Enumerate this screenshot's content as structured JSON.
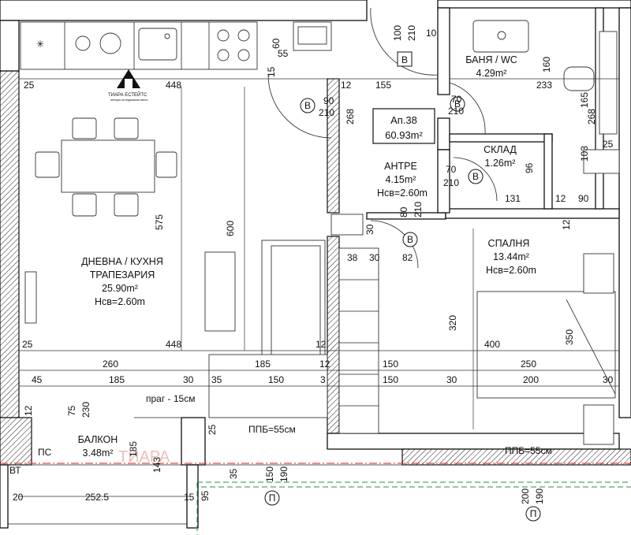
{
  "apartment": {
    "number": "Ап.38",
    "area": "60.93m²"
  },
  "logo": {
    "name": "ТИАРА ЕСТЕЙТС",
    "tagline": "агенция за недвижими имоти"
  },
  "watermark": "ТИАРА",
  "rooms": {
    "living": {
      "line1": "ДНЕВНА / КУХНЯ",
      "line2": "ТРАПЕЗАРИЯ",
      "area": "25.90m²",
      "height": "Нсв=2.60m"
    },
    "bath": {
      "name": "БАНЯ / WC",
      "area": "4.29m²"
    },
    "storage": {
      "name": "СКЛАД",
      "area": "1.26m²"
    },
    "hall": {
      "name": "АНТРЕ",
      "area": "4.15m²",
      "height": "Нсв=2.60m"
    },
    "bedroom": {
      "name": "СПАЛНЯ",
      "area": "13.44m²",
      "height": "Нсв=2.60m"
    },
    "balcony": {
      "name": "БАЛКОН",
      "area": "3.48m²"
    }
  },
  "notes": {
    "threshold": "праг - 15см",
    "ppb1": "ППБ=55см",
    "ppb2": "ППБ=55см",
    "ps": "ПС",
    "vt": "ВТ"
  },
  "tags": {
    "b": "В",
    "p": "П"
  },
  "dims": {
    "d25a": "25",
    "d448a": "448",
    "d12a": "12",
    "d155": "155",
    "d233": "233",
    "d60": "60",
    "d55": "55",
    "d15a": "15",
    "d100": "100",
    "d210a": "210",
    "d10": "10",
    "d160": "160",
    "d165": "165",
    "d268a": "268",
    "d268b": "268",
    "d25b": "25",
    "d103": "103",
    "d90a": "90",
    "d210b": "210",
    "d70a": "70",
    "d210c": "210",
    "d70b": "70",
    "d210d": "210",
    "d96": "96",
    "d131": "131",
    "d12b": "12",
    "d90b": "90",
    "d12c": "12",
    "d575": "575",
    "d600": "600",
    "d30a": "30",
    "d80": "80",
    "d210e": "210",
    "d38": "38",
    "d30b": "30",
    "d82": "82",
    "d320": "320",
    "d400": "400",
    "d350": "350",
    "d12d": "12",
    "d25c": "25",
    "d448b": "448",
    "d12e": "12",
    "d260": "260",
    "d185a": "185",
    "d150a": "150",
    "d250": "250",
    "d45": "45",
    "d185b": "185",
    "d30c": "30",
    "d35a": "35",
    "d150b": "150",
    "d3": "3",
    "d150c": "150",
    "d30d": "30",
    "d200a": "200",
    "d30e": "30",
    "d12f": "12",
    "d75": "75",
    "d230": "230",
    "d185c": "185",
    "d143": "143",
    "d25d": "25",
    "d150d": "150",
    "d190a": "190",
    "d35b": "35",
    "d20": "20",
    "d252": "252.5",
    "d15b": "15",
    "d95": "95",
    "d200b": "200",
    "d190b": "190"
  }
}
